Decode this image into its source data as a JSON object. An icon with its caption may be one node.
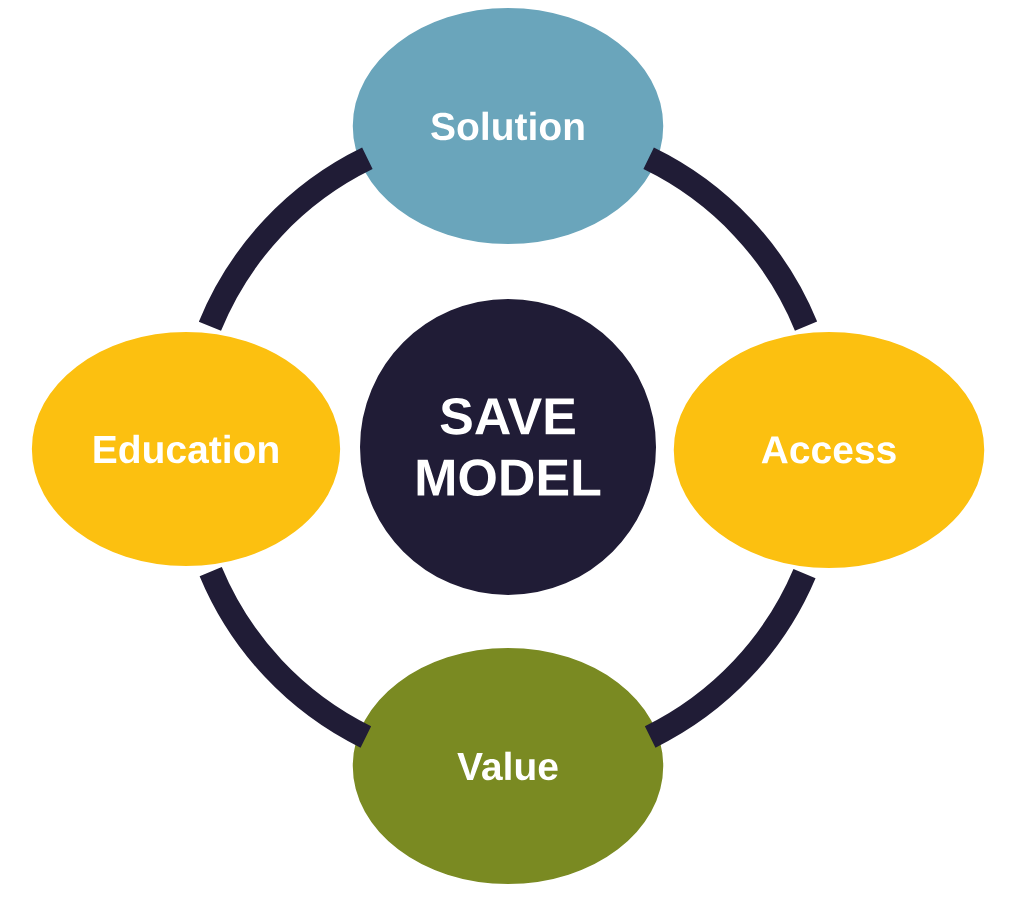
{
  "diagram": {
    "nodes": [
      {
        "text": [
          "Solution"
        ]
      },
      {
        "text": [
          "Education"
        ]
      },
      {
        "text": [
          "SAVE MODEL"
        ]
      },
      {
        "text": [
          "Access"
        ]
      },
      {
        "text": [
          "Value"
        ]
      }
    ],
    "edges": [
      {
        "from": 0,
        "to": 3,
        "arrow": "none"
      },
      {
        "from": 3,
        "to": 4,
        "arrow": "none"
      },
      {
        "from": 4,
        "to": 1,
        "arrow": "none"
      },
      {
        "from": 1,
        "to": 0,
        "arrow": "none"
      }
    ]
  }
}
